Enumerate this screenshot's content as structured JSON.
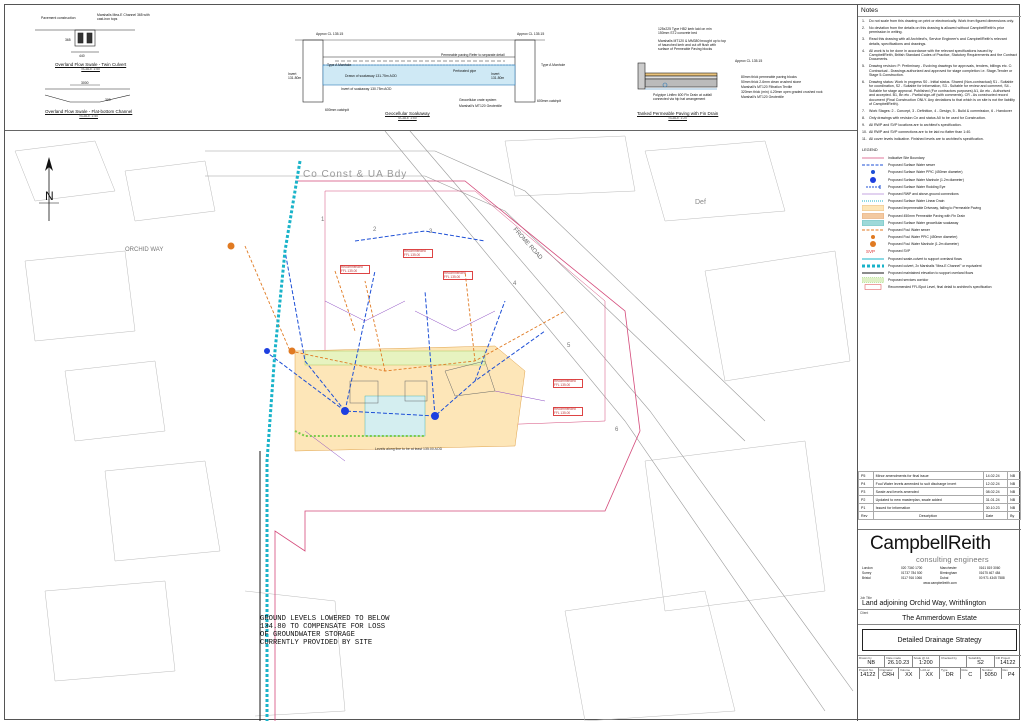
{
  "details": {
    "culvert": {
      "title": "Overland Flow Swale - Twin Culvert",
      "scale": "SCALE 1:50",
      "pavement": "Pavement construction",
      "channel": "Marshalls Mea-E Channel 365 with cast-iron tops",
      "dim1": "365",
      "dim2": "440"
    },
    "swale": {
      "title": "Overland Flow Swale - Flat-bottom Channel",
      "scale": "SCALE 1:50",
      "dim1": "3000",
      "dim2": "300"
    },
    "geoswale": {
      "title": "Geocellular Soakaway",
      "scale": "SCALE 1:50",
      "cl_left": "Approx CL 135.15",
      "cl_right": "Approx CL 135.15",
      "manhole_left": "Type A Manhole",
      "manhole_right": "Type A Manhole",
      "invert_left": "Invert 131.80m",
      "invert_right": "Invert 131.80m",
      "paving": "Permeable paving Refer to separate detail",
      "pipe": "Perforated pipe",
      "drawn": "Drawn of soakaway 131.75m AOD",
      "invert_soak": "Invert of soakaway 130.75m AOD",
      "catchpit_left": "600mm catchpit",
      "catchpit_right": "600mm catchpit",
      "geo": "Geocellular crate system",
      "geotextile": "Marshall's MT120 Geotextile"
    },
    "tanked": {
      "title": "Tanked Permeable Paving with Fin Drain",
      "scale": "SCALE 1:20",
      "kerb": "125x225 Type HB2 kerb laid on min 150mm ST2 concrete bed",
      "mt": "Marshalls MT120 & MM380 brought up to top of haunched kerb and cut off flush with surface of Permeable Paving blocks",
      "cl": "Approx CL 135.15",
      "l1": "80mm thick permeable paving blocks",
      "l2": "50mm thick 2-6mm clean crushed stone",
      "l3": "Marshall's MT120 Filtration Textile",
      "l4": "320mm thick (min) 4-20mm open graded crushed rock",
      "l5": "Marshall's MT120 Geotextile",
      "drain": "Polypipe Linflex 600 Fin Drain at outfall connected via hip hat arrangement"
    }
  },
  "plan": {
    "road_top": "Co Const & UA Bdy",
    "road_side": "FROME ROAD",
    "orchid": "ORCHID WAY",
    "north": "N",
    "plots": [
      "1",
      "2",
      "3",
      "4",
      "5",
      "6"
    ],
    "note": "GROUND LEVELS LOWERED TO BELOW\n134.80 TO COMPENSATE FOR LOSS\nOF GROUNDWATER STORAGE\nCURRENTLY PROVIDED BY SITE",
    "boundary_note": "Levels along line to be at least 135.00 AOD",
    "def_label": "Def",
    "tags": [
      "Recommended FFL 135.00",
      "Recommended FFL 135.00",
      "Recommended FFL 135.00",
      "Recommended FFL 135.00",
      "Recommended FFL 135.00"
    ]
  },
  "notes": {
    "title": "Notes",
    "items": [
      {
        "n": "1.",
        "t": "Do not scale from this drawing on print or electronically. Work from figured dimensions only."
      },
      {
        "n": "2.",
        "t": "No deviation from the details on this drawing is allowed without CampbellReith's prior permission in writing."
      },
      {
        "n": "3.",
        "t": "Read this drawing with all Architect's, Service Engineer's and CampbellReith's relevant details, specifications and drawings."
      },
      {
        "n": "4.",
        "t": "All work is to be done in accordance with the relevant specifications issued by CampbellReith, British Standard Codes of Practice, Statutory Requirements and the Contract Documents."
      },
      {
        "n": "5.",
        "t": "Drawing revision: P: Preliminary - Evolving drawings for approvals, tenders, billings etc. C: Contractual - Drawings authorized and approved for stage completion i.e. Stage-Tender or Stage 5-Construction."
      },
      {
        "n": "6.",
        "t": "Drawing status: Work in progress S0 - Initial status. Shared (Non-contractual) S1 - Suitable for coordination, S2 - Suitable for information, S3 - Suitable for review and comment, S4 - Suitable for stage approval. Published (For contractors purposes) A1, An etc - Authorised and accepted. B1, Bn etc - Partial sign-off (with comments). CR - As constructed record document (Final Construction ONLY. Any deviations to that which is on site is not the liability of CampbellReith)."
      },
      {
        "n": "7.",
        "t": "Work Stages: 2 - Concept, 3 - Definition, 4 - Design, 5 - Build & commission, 6 - Handover"
      },
      {
        "n": "8.",
        "t": "Only drawings with revision Cn and status A0 to be used for Construction."
      },
      {
        "n": "9.",
        "t": "All RWP and SVP locations are to architect's specification."
      },
      {
        "n": "10.",
        "t": "All RWP and SVP connections are to be laid no flatter than 1:40."
      },
      {
        "n": "11.",
        "t": "All cover levels indicative. Finished levels are to architect's specification."
      }
    ],
    "legend_title": "LEGEND",
    "legend": [
      {
        "label": "Indicative Site Boundary",
        "style": "boundary"
      },
      {
        "label": "Proposed Surface Water sewer",
        "style": "sw"
      },
      {
        "label": "Proposed Surface Water PPIC (450mm diameter)",
        "style": "sw-ppic"
      },
      {
        "label": "Proposed Surface Water Manhole (1.2m diameter)",
        "style": "sw-mh"
      },
      {
        "label": "Proposed Surface Water Rodding Eye",
        "style": "sw-re"
      },
      {
        "label": "Proposed RWP and above-ground connections",
        "style": "rwp"
      },
      {
        "label": "Proposed Surface Water Linear Drain",
        "style": "linear"
      },
      {
        "label": "Proposed Impermeable Driveway, falling to Permeable Paving",
        "style": "driveway"
      },
      {
        "label": "Proposed 450mm Permeable Paving with Fin Drain",
        "style": "paving"
      },
      {
        "label": "Proposed Surface Water geocellular soakaway",
        "style": "soak"
      },
      {
        "label": "Proposed Foul Water sewer",
        "style": "fw"
      },
      {
        "label": "Proposed Foul Water PPIC (450mm diameter)",
        "style": "fw-ppic"
      },
      {
        "label": "Proposed Foul Water Manhole (1.2m diameter)",
        "style": "fw-mh"
      },
      {
        "label": "Proposed SVP",
        "style": "svp"
      },
      {
        "label": "Proposed swale-culvert to support overland flows",
        "style": "swale"
      },
      {
        "label": "Proposed culvert, 2x Marshalls \"Mea-E Channel\" or equivalent",
        "style": "culvert"
      },
      {
        "label": "Proposed maintained elevation to support overland flows",
        "style": "elev"
      },
      {
        "label": "Proposed services corridor",
        "style": "services"
      },
      {
        "label": "Recommended FFL/Spot Level, final detail to architect's specification",
        "style": "ffl"
      }
    ],
    "svp_glyph": "SVP"
  },
  "revisions": {
    "rows": [
      {
        "rev": "P5",
        "desc": "Minor amendments for final issue",
        "date": "14.02.24",
        "by": "NB"
      },
      {
        "rev": "P4",
        "desc": "Foul Water levels amended to suit discharge invert",
        "date": "12.02.24",
        "by": "NB"
      },
      {
        "rev": "P3",
        "desc": "Swale and levels amended",
        "date": "08.02.24",
        "by": "NB"
      },
      {
        "rev": "P2",
        "desc": "Updated to new masterplan, swale added",
        "date": "31.01.24",
        "by": "NB"
      },
      {
        "rev": "P1",
        "desc": "Issued for information",
        "date": "30.10.23",
        "by": "NB"
      }
    ],
    "header": {
      "rev": "Rev",
      "desc": "Description",
      "date": "Date",
      "by": "By"
    }
  },
  "company": {
    "name": "CampbellReith",
    "sub": "consulting engineers",
    "offices": [
      {
        "city": "London",
        "tel": "020 7340 1700",
        "city2": "Manchester",
        "tel2": "0161 819 3060"
      },
      {
        "city": "Surrey",
        "tel": "01737 784 500",
        "city2": "Birmingham",
        "tel2": "01675 467 484"
      },
      {
        "city": "Bristol",
        "tel": "0117 916 1066",
        "city2": "Dubai",
        "tel2": "00 971 4345 7588"
      }
    ],
    "web": "www.campbellreith.com"
  },
  "title_block": {
    "job_label": "Job Title",
    "job": "Land adjoining Orchid Way, Writhlington",
    "client_label": "Client",
    "client": "The Ammerdown Estate",
    "drawing_title": "Detailed Drainage Strategy",
    "row1": [
      {
        "label": "Drawn by",
        "value": "NB"
      },
      {
        "label": "Date made",
        "value": "26.10.23"
      },
      {
        "label": "Scale @ A1",
        "value": "1:200"
      },
      {
        "label": "Checked by",
        "value": ""
      },
      {
        "label": "Suitability",
        "value": "S2"
      },
      {
        "label": "CR Project",
        "value": "14122"
      }
    ],
    "row2": [
      {
        "label": "Project No.",
        "value": "14122"
      },
      {
        "label": "Originator",
        "value": "CRH"
      },
      {
        "label": "Volume",
        "value": "XX"
      },
      {
        "label": "Lvl/Loc",
        "value": "XX"
      },
      {
        "label": "Type",
        "value": "DR"
      },
      {
        "label": "Role",
        "value": "C"
      },
      {
        "label": "Number",
        "value": "5050"
      },
      {
        "label": "Rev",
        "value": "P4"
      }
    ]
  }
}
